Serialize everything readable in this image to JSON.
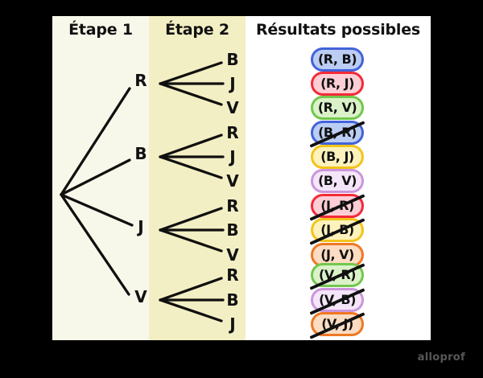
{
  "headers": {
    "stage1": "Étape 1",
    "stage2": "Étape 2",
    "results": "Résultats possibles"
  },
  "tree": {
    "stage1": [
      "R",
      "B",
      "J",
      "V"
    ],
    "stage2": [
      "B",
      "J",
      "V",
      "R",
      "J",
      "V",
      "R",
      "B",
      "V",
      "R",
      "B",
      "J"
    ]
  },
  "results": [
    {
      "label": "(R, B)",
      "color": "blue",
      "crossed": false
    },
    {
      "label": "(R, J)",
      "color": "red",
      "crossed": false
    },
    {
      "label": "(R, V)",
      "color": "green",
      "crossed": false
    },
    {
      "label": "(B, R)",
      "color": "blue",
      "crossed": true
    },
    {
      "label": "(B, J)",
      "color": "yellow",
      "crossed": false
    },
    {
      "label": "(B, V)",
      "color": "purple",
      "crossed": false
    },
    {
      "label": "(J, R)",
      "color": "red",
      "crossed": true
    },
    {
      "label": "(J, B)",
      "color": "yellow",
      "crossed": true
    },
    {
      "label": "(J, V)",
      "color": "orange",
      "crossed": false
    },
    {
      "label": "(V, R)",
      "color": "green",
      "crossed": true
    },
    {
      "label": "(V, B)",
      "color": "purple",
      "crossed": true
    },
    {
      "label": "(V, J)",
      "color": "orange",
      "crossed": true
    }
  ],
  "palette": {
    "blue": {
      "border": "#4263d8",
      "fill": "#bccdf4"
    },
    "red": {
      "border": "#f42a38",
      "fill": "#fdced6"
    },
    "green": {
      "border": "#72c74d",
      "fill": "#dbf2c9"
    },
    "yellow": {
      "border": "#f3c41c",
      "fill": "#fdf2bc"
    },
    "purple": {
      "border": "#cb96dc",
      "fill": "#f4e6f8"
    },
    "orange": {
      "border": "#ef7823",
      "fill": "#fcdcc2"
    }
  },
  "column_colors": {
    "stage1_bg": "#f8f8ea",
    "stage2_bg": "#f3efc4",
    "results_bg": "#ffffff",
    "frame_bg": "#000000"
  },
  "watermark": "alloprof"
}
